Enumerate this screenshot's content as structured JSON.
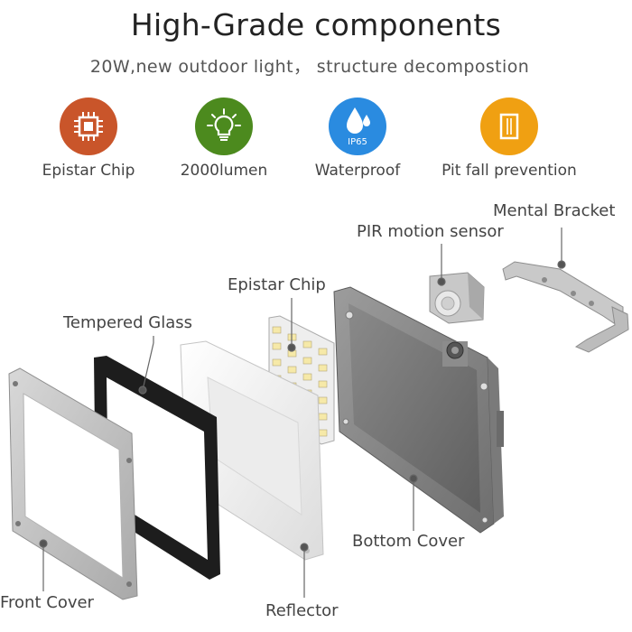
{
  "header": {
    "title": "High-Grade components",
    "subtitle": "20W,new outdoor light， structure decompostion"
  },
  "features": [
    {
      "label": "Epistar Chip",
      "icon": "chip-icon",
      "color": "#c9552a"
    },
    {
      "label": "2000lumen",
      "icon": "lightbulb-icon",
      "color": "#4c8a1e"
    },
    {
      "label": "Waterproof",
      "icon": "water-drop-icon",
      "color": "#2a8be0",
      "badge": "IP65"
    },
    {
      "label": "Pit fall prevention",
      "icon": "door-icon",
      "color": "#f0a012"
    }
  ],
  "parts": {
    "mental_bracket": "Mental Bracket",
    "pir_sensor": "PIR motion sensor",
    "epistar_chip": "Epistar Chip",
    "tempered_glass": "Tempered Glass",
    "bottom_cover": "Bottom Cover",
    "front_cover": "Front Cover",
    "reflector": "Reflector"
  }
}
